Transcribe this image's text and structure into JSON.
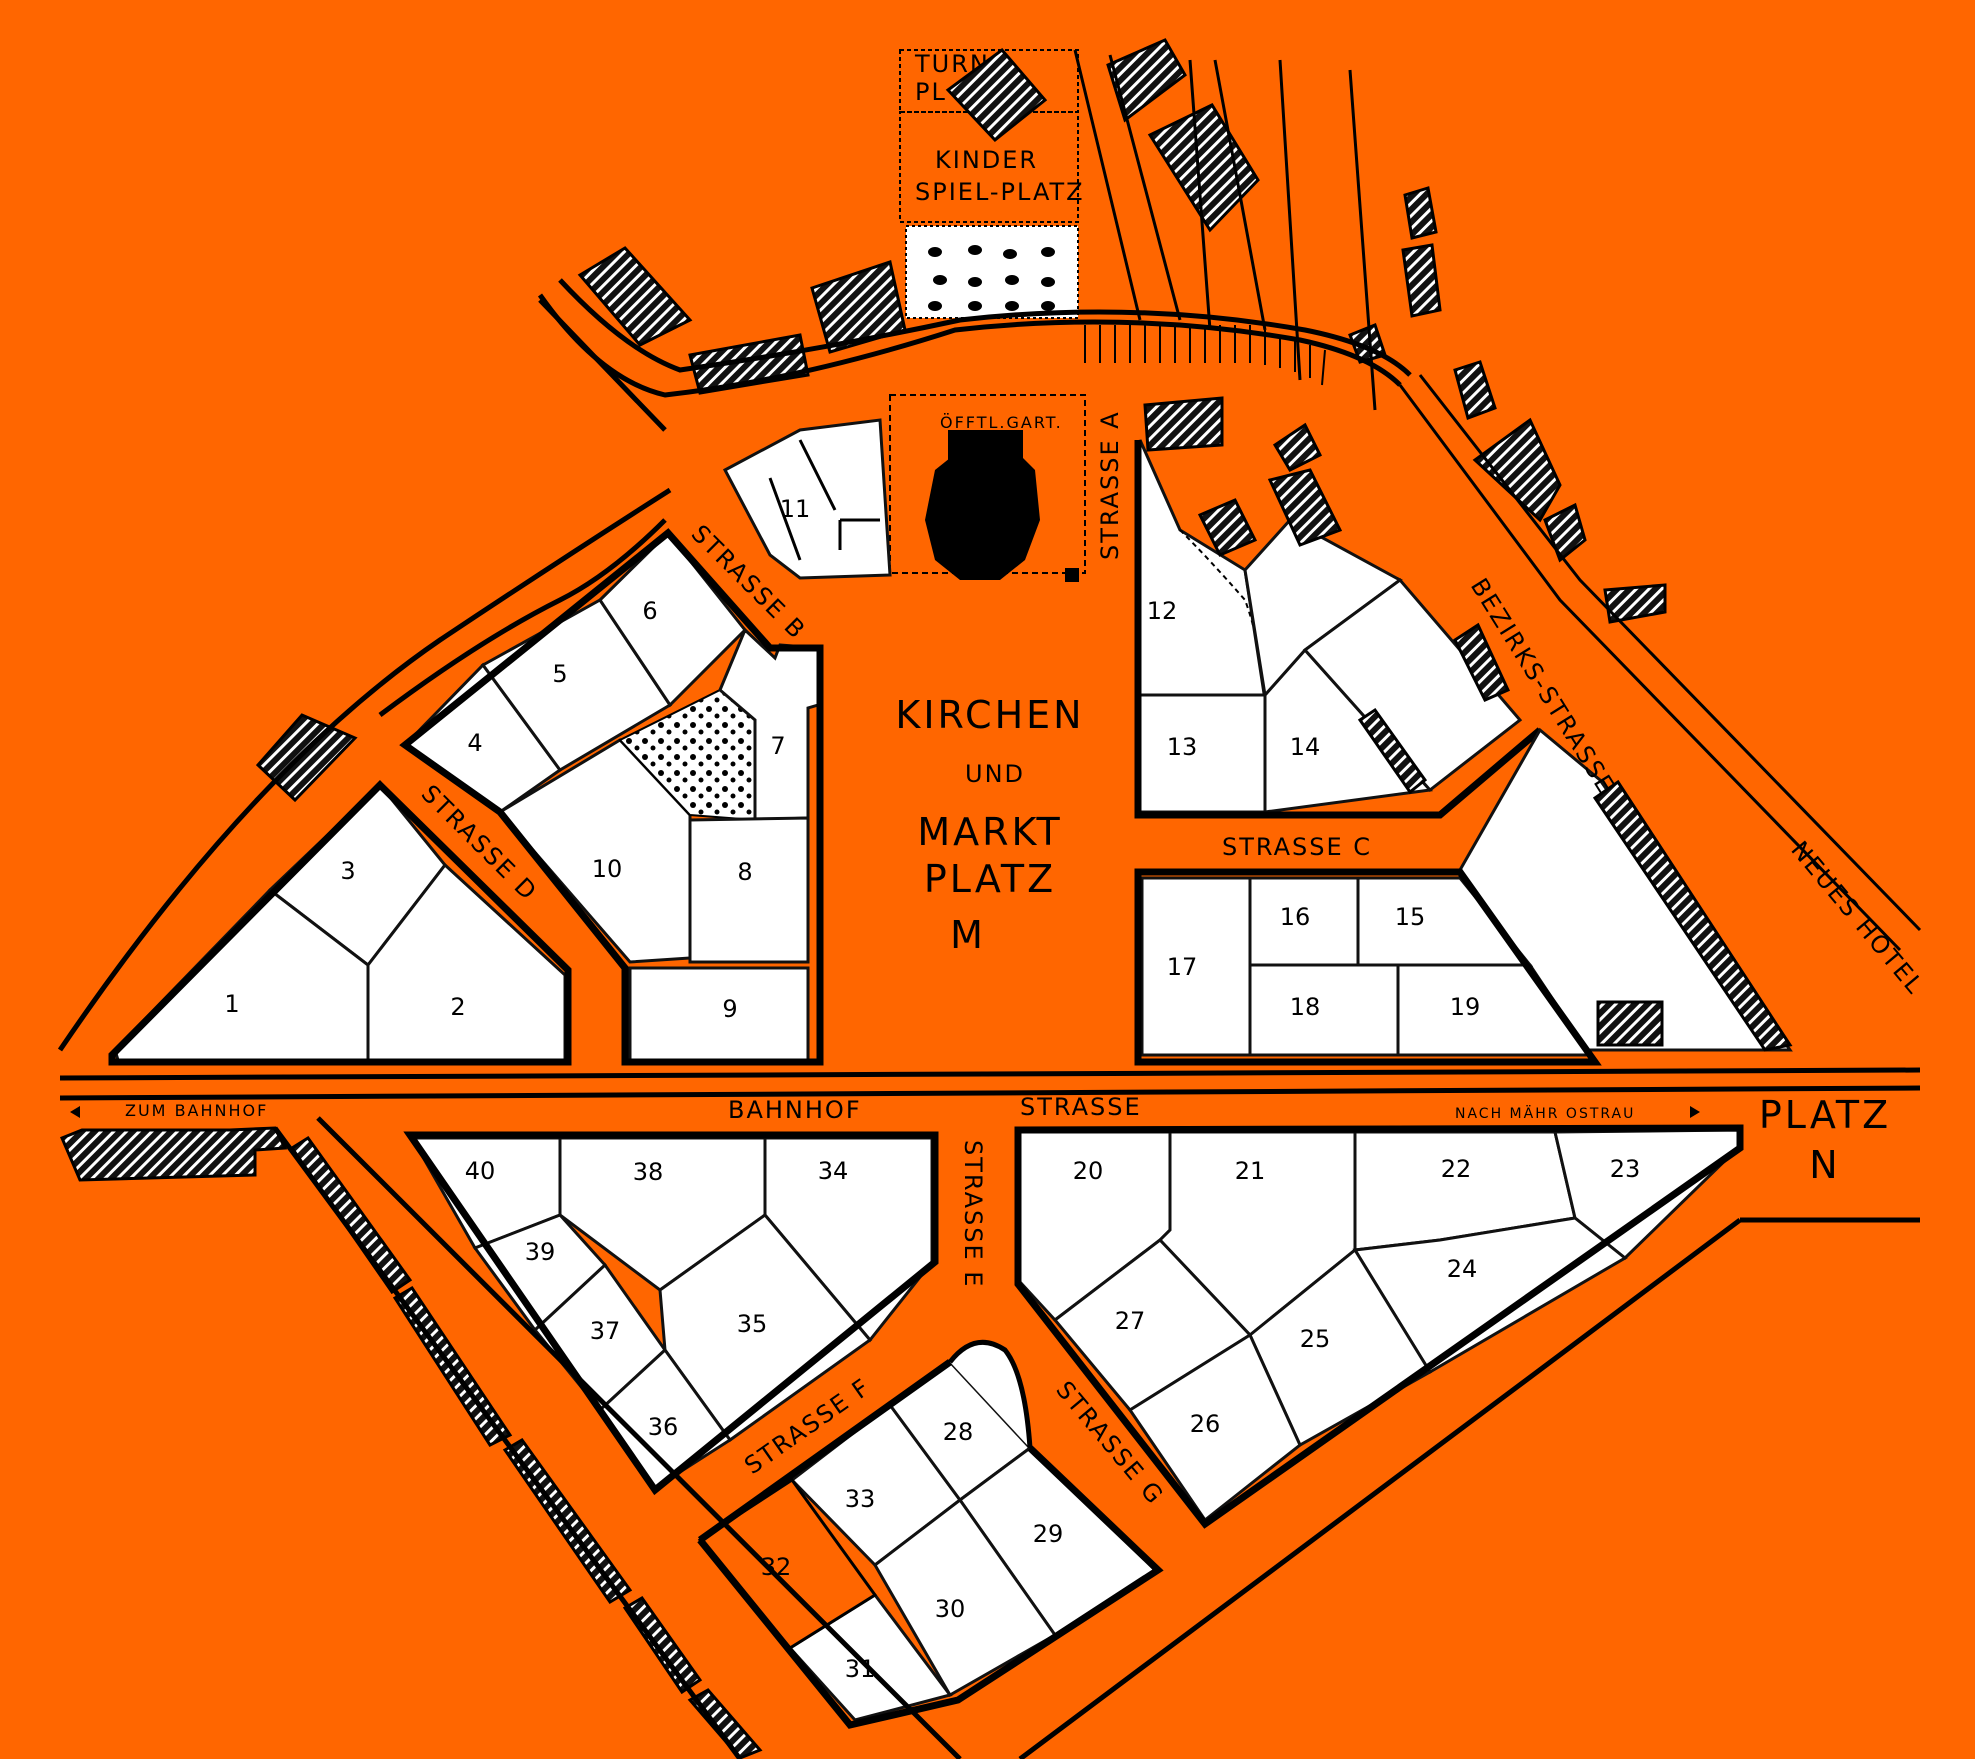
{
  "colors": {
    "background": "#ff6600",
    "lot": "#ffffff",
    "ink": "#000000"
  },
  "labels": {
    "turn_pl_1": "TURN",
    "turn_pl_2": "PL",
    "kinder_1": "KINDER",
    "kinder_2": "SPIEL-PLATZ",
    "garten": "ÖFFTL.GART.",
    "kirchen": "KIRCHEN",
    "und": "UND",
    "markt": "MARKT",
    "platz": "PLATZ",
    "m": "M",
    "platz_n": "PLATZ",
    "n": "N",
    "strasse_a": "STRASSE A",
    "strasse_b": "STRASSE B",
    "strasse_c": "STRASSE C",
    "strasse_d": "STRASSE D",
    "strasse_e": "STRASSE E",
    "strasse_f": "STRASSE F",
    "strasse_g": "STRASSE G",
    "bezirks": "BEZIRKS-STRASSE",
    "neues_hotel": "NEUES HOTEL",
    "bahnhof": "BAHNHOF",
    "strasse": "STRASSE",
    "zum_bahnhof": "ZUM BAHNHOF",
    "nach_ostrau": "NACH MÄHR OSTRAU"
  },
  "lots": [
    "1",
    "2",
    "3",
    "4",
    "5",
    "6",
    "7",
    "8",
    "9",
    "10",
    "11",
    "12",
    "13",
    "14",
    "15",
    "16",
    "17",
    "18",
    "19",
    "20",
    "21",
    "22",
    "23",
    "24",
    "25",
    "26",
    "27",
    "28",
    "29",
    "30",
    "31",
    "32",
    "33",
    "34",
    "35",
    "36",
    "37",
    "38",
    "39",
    "40"
  ],
  "icons": {
    "church": "church-icon",
    "trees": "tree-grove-icon",
    "arrow": "arrow-icon"
  }
}
